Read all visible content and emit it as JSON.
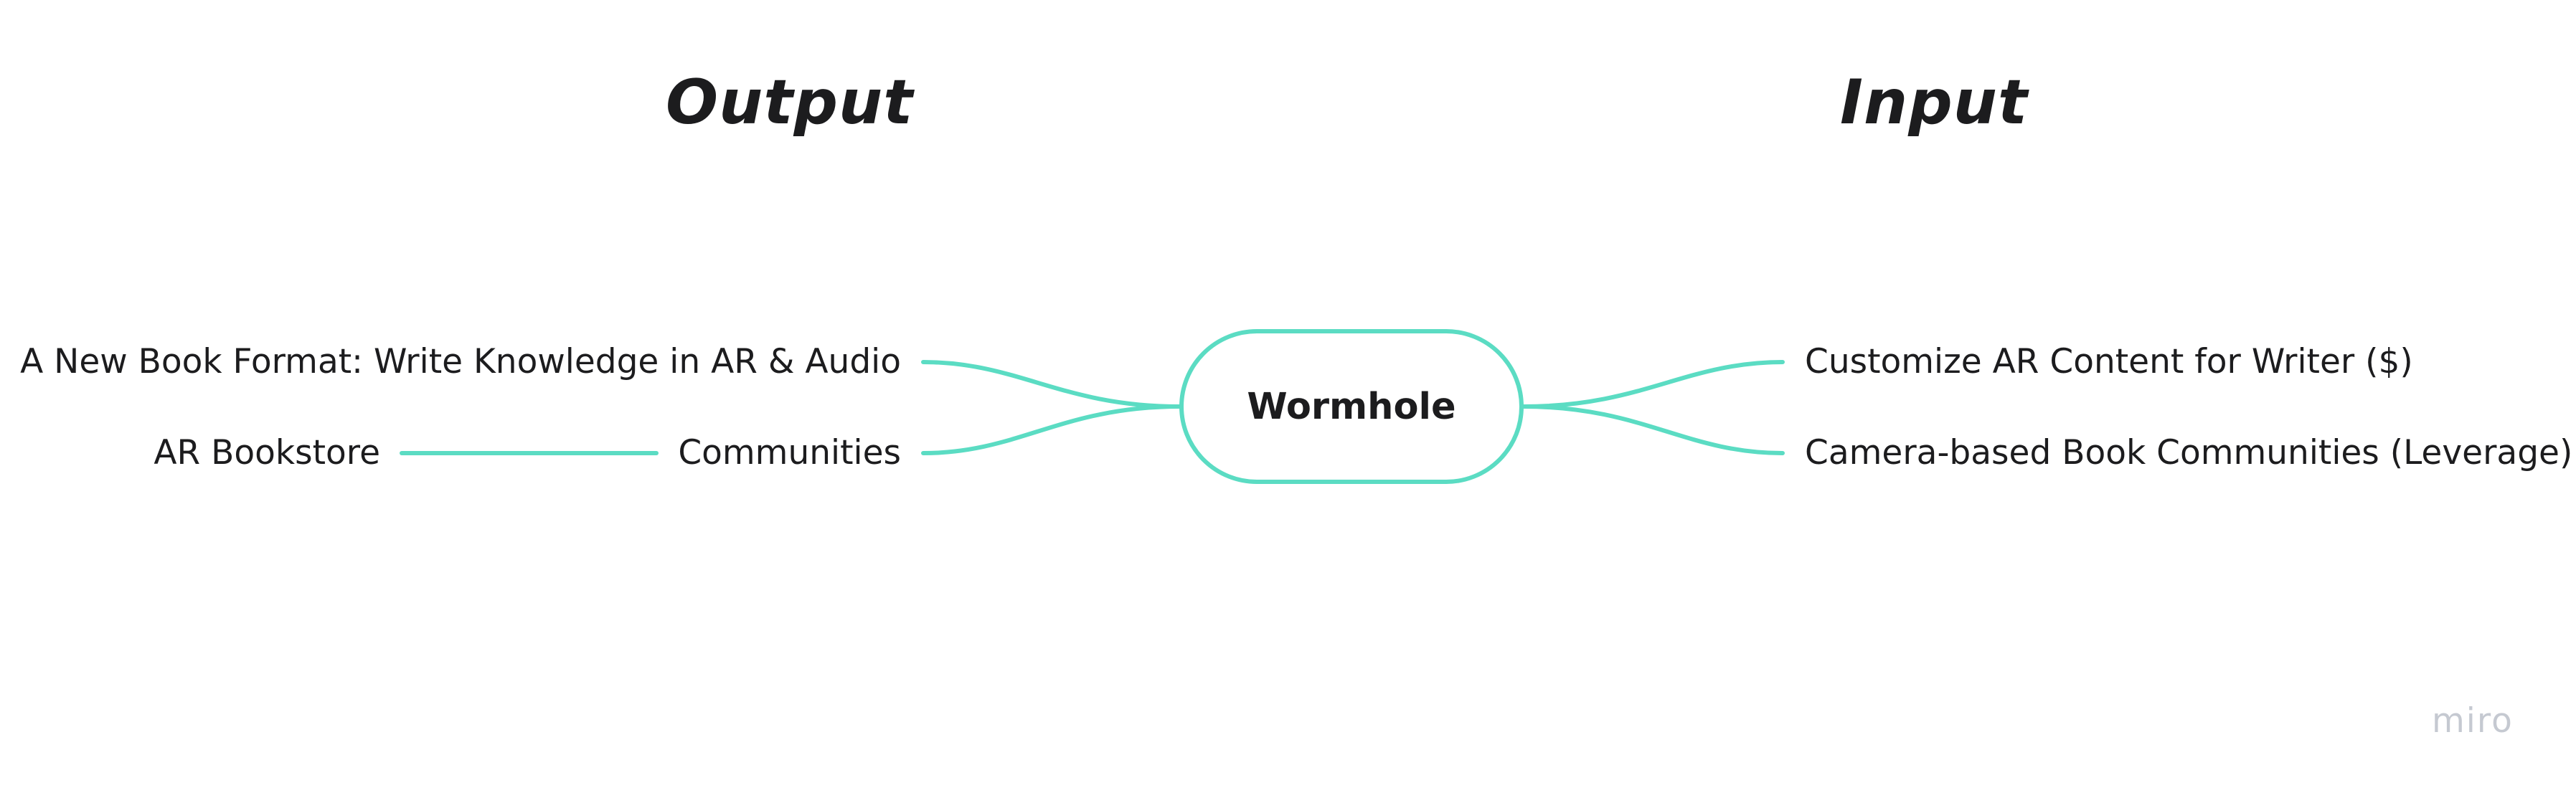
{
  "headings": {
    "left": "Output",
    "right": "Input"
  },
  "root": {
    "label": "Wormhole"
  },
  "left_branches": [
    {
      "label": "A New Book Format: Write Knowledge in AR & Audio",
      "children": []
    },
    {
      "label": "Communities",
      "children": [
        {
          "label": "AR Bookstore"
        }
      ]
    }
  ],
  "right_branches": [
    {
      "label": "Customize AR Content for Writer ($)"
    },
    {
      "label": "Camera-based Book Communities (Leverage)"
    }
  ],
  "brand": "miro",
  "colors": {
    "connector": "#5bdcc3",
    "text": "#1c1c1e",
    "brand": "#c5c9d1"
  }
}
